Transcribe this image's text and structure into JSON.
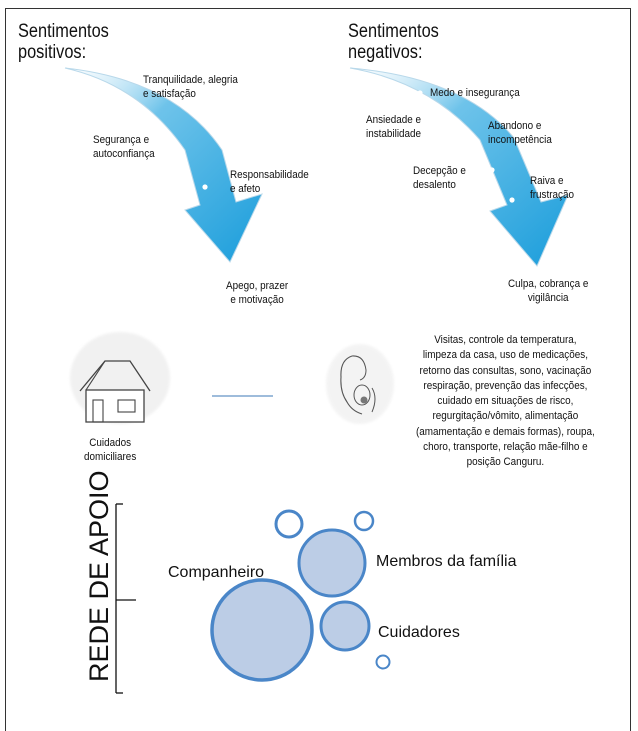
{
  "positive": {
    "title": "Sentimentos\npositivos:",
    "items": [
      "Tranquilidade, alegria\ne satisfação",
      "Segurança e\nautoconfiança",
      "Responsabilidade\ne afeto",
      "Apego, prazer\ne motivação"
    ]
  },
  "negative": {
    "title": "Sentimentos\nnegativos:",
    "items": [
      "Medo e insegurança",
      "Ansiedade e\ninstabilidade",
      "Abandono e\nincompetência",
      "Decepção e\ndesalento",
      "Raiva e\nfrustração",
      "Culpa, cobrança e\nvigilância"
    ]
  },
  "home_care": {
    "label": "Cuidados\ndomiciliares",
    "description": "Visitas, controle da temperatura,\nlimpeza da casa, uso de medicações,\nretorno das consultas, sono, vacinação\nrespiração, prevenção das infecções,\ncuidado em situações de risco,\nregurgitação/vômito, alimentação\n(amamentação e demais formas), roupa,\nchoro, transporte, relação mãe-filho e\nposição Canguru."
  },
  "support_network": {
    "title": "REDE DE APOIO",
    "members": [
      "Companheiro",
      "Membros da família",
      "Cuidadores"
    ]
  },
  "colors": {
    "arrow": "#29a8e0",
    "bubble_fill": "#bccde6",
    "bubble_stroke": "#4a86c8",
    "connector": "#7fa6cf"
  },
  "icons": [
    "house-icon",
    "mother-baby-icon"
  ]
}
